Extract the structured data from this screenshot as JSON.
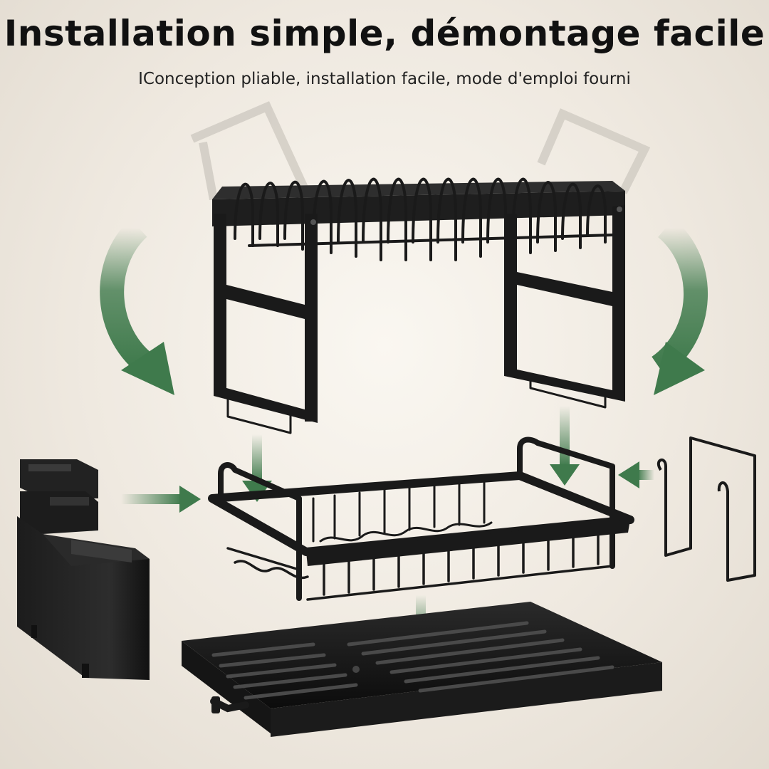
{
  "title": "Installation simple, démontage facile",
  "subtitle": "IConception pliable, installation facile, mode d'emploi fourni",
  "colors": {
    "arrow_green": "#3f7a4c",
    "rack_black": "#1a1a1a",
    "background": "#f4efe7"
  },
  "icons": [
    "curved-arrow-left",
    "curved-arrow-right",
    "straight-arrow-down",
    "straight-arrow-right",
    "straight-arrow-left"
  ]
}
